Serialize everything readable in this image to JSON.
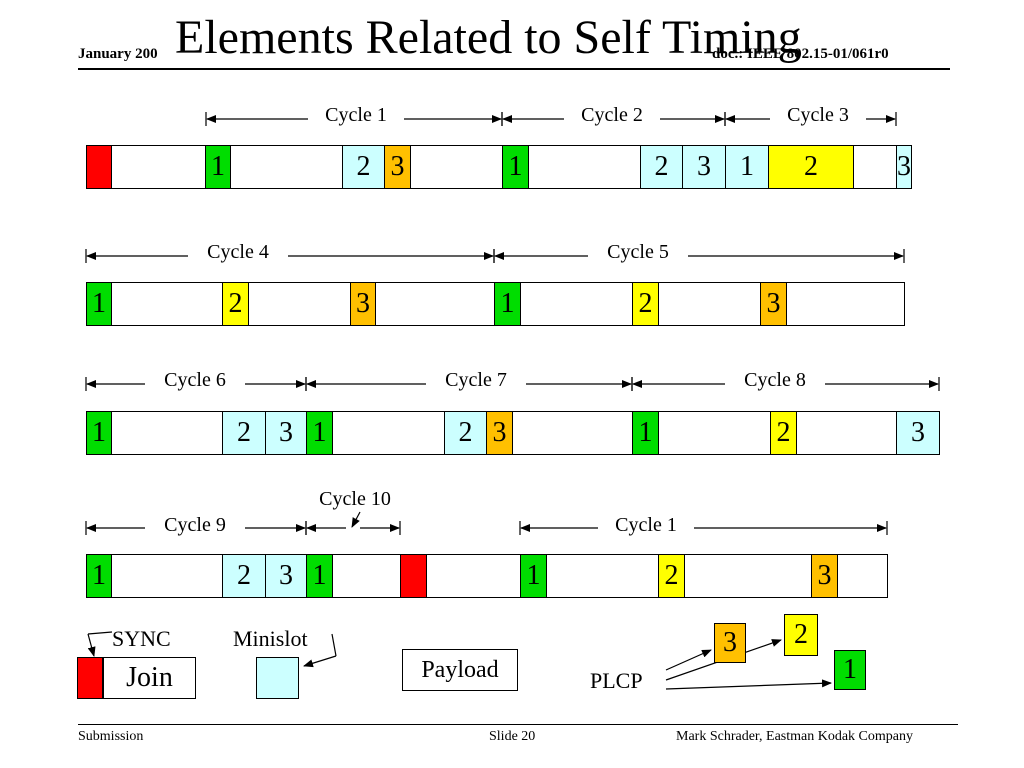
{
  "header": {
    "date": "January 200",
    "title": "Elements Related to Self Timing",
    "doc": "doc.: IEEE 802.15-01/061r0"
  },
  "footer": {
    "left": "Submission",
    "center": "Slide 20",
    "right": "Mark Schrader, Eastman Kodak Company"
  },
  "colors": {
    "sync": "#ff0000",
    "green": "#00dd00",
    "cyan": "#ccffff",
    "orange": "#ffc000",
    "yellow": "#ffff00",
    "white": "#ffffff"
  },
  "rows": [
    {
      "cells": [
        {
          "t": "sync",
          "label": ""
        },
        {
          "t": "white",
          "label": ""
        },
        {
          "t": "green",
          "label": "1"
        },
        {
          "t": "white",
          "label": ""
        },
        {
          "t": "cyan",
          "label": "2"
        },
        {
          "t": "orange",
          "label": "3"
        },
        {
          "t": "white",
          "label": ""
        },
        {
          "t": "green",
          "label": "1"
        },
        {
          "t": "white",
          "label": ""
        },
        {
          "t": "cyan",
          "label": "2"
        },
        {
          "t": "cyan",
          "label": "3"
        },
        {
          "t": "cyan",
          "label": "1"
        },
        {
          "t": "yellow",
          "label": "2"
        },
        {
          "t": "white",
          "label": ""
        },
        {
          "t": "cyan",
          "label": "3"
        }
      ],
      "cycles": [
        "Cycle 1",
        "Cycle 2",
        "Cycle 3"
      ]
    },
    {
      "cells": [
        {
          "t": "green",
          "label": "1"
        },
        {
          "t": "white",
          "label": ""
        },
        {
          "t": "yellow",
          "label": "2"
        },
        {
          "t": "white",
          "label": ""
        },
        {
          "t": "orange",
          "label": "3"
        },
        {
          "t": "white",
          "label": ""
        },
        {
          "t": "green",
          "label": "1"
        },
        {
          "t": "white",
          "label": ""
        },
        {
          "t": "yellow",
          "label": "2"
        },
        {
          "t": "white",
          "label": ""
        },
        {
          "t": "orange",
          "label": "3"
        },
        {
          "t": "white",
          "label": ""
        }
      ],
      "cycles": [
        "Cycle 4",
        "Cycle 5"
      ]
    },
    {
      "cells": [
        {
          "t": "green",
          "label": "1"
        },
        {
          "t": "white",
          "label": ""
        },
        {
          "t": "cyan",
          "label": "2"
        },
        {
          "t": "cyan",
          "label": "3"
        },
        {
          "t": "green",
          "label": "1"
        },
        {
          "t": "white",
          "label": ""
        },
        {
          "t": "cyan",
          "label": "2"
        },
        {
          "t": "orange",
          "label": "3"
        },
        {
          "t": "white",
          "label": ""
        },
        {
          "t": "green",
          "label": "1"
        },
        {
          "t": "white",
          "label": ""
        },
        {
          "t": "yellow",
          "label": "2"
        },
        {
          "t": "white",
          "label": ""
        },
        {
          "t": "cyan",
          "label": "3"
        }
      ],
      "cycles": [
        "Cycle 6",
        "Cycle 7",
        "Cycle 8"
      ]
    },
    {
      "cells": [
        {
          "t": "green",
          "label": "1"
        },
        {
          "t": "white",
          "label": ""
        },
        {
          "t": "cyan",
          "label": "2"
        },
        {
          "t": "cyan",
          "label": "3"
        },
        {
          "t": "green",
          "label": "1"
        },
        {
          "t": "white",
          "label": ""
        },
        {
          "t": "sync",
          "label": ""
        },
        {
          "t": "white",
          "label": ""
        },
        {
          "t": "green",
          "label": "1"
        },
        {
          "t": "white",
          "label": ""
        },
        {
          "t": "yellow",
          "label": "2"
        },
        {
          "t": "white",
          "label": ""
        },
        {
          "t": "orange",
          "label": "3"
        },
        {
          "t": "white",
          "label": ""
        }
      ],
      "cycles": [
        "Cycle 9",
        "Cycle 10",
        "Cycle 1"
      ]
    }
  ],
  "legend": {
    "sync": "SYNC",
    "join": "Join",
    "minislot": "Minislot",
    "payload": "Payload",
    "plcp": "PLCP",
    "plcp_boxes": [
      {
        "t": "orange",
        "label": "3"
      },
      {
        "t": "yellow",
        "label": "2"
      },
      {
        "t": "green",
        "label": "1"
      }
    ]
  }
}
